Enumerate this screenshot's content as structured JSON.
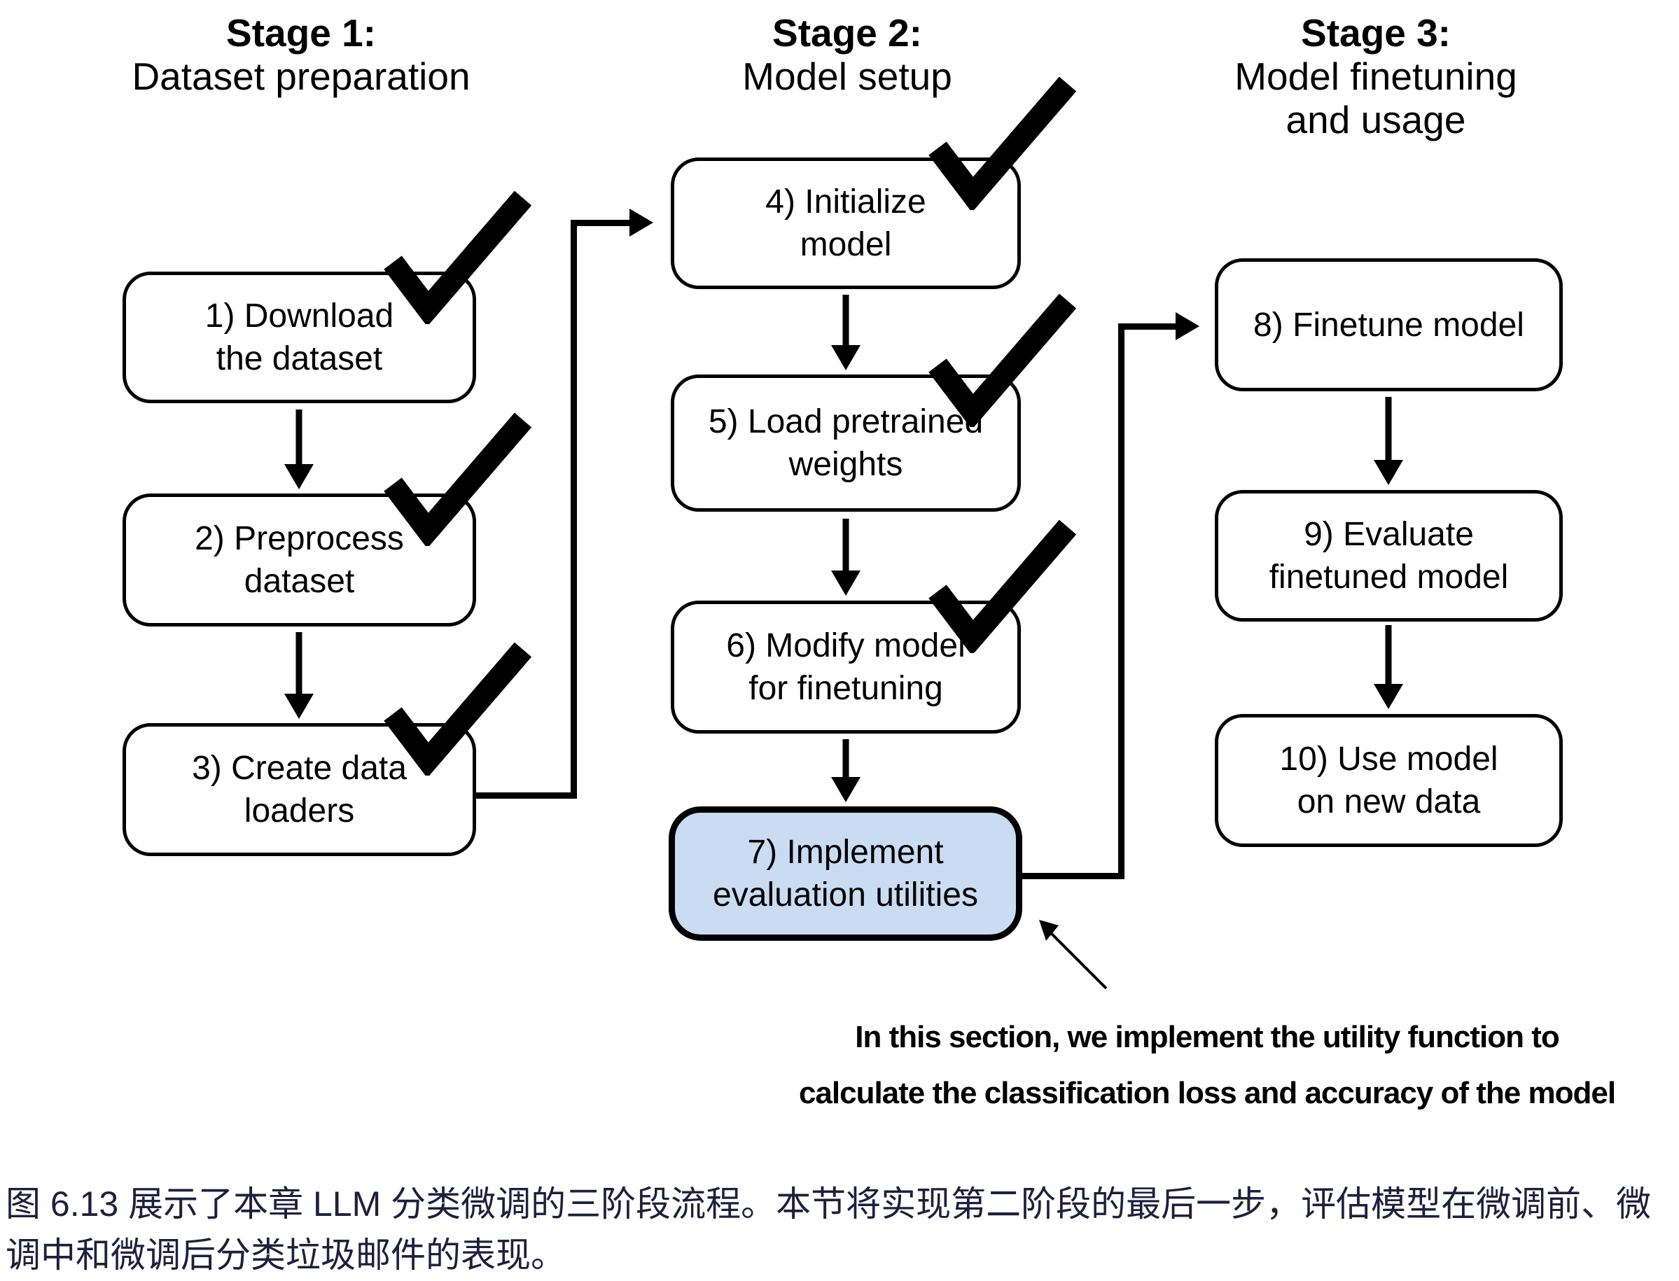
{
  "stages": [
    {
      "title": "Stage 1:",
      "subtitle": "Dataset preparation"
    },
    {
      "title": "Stage 2:",
      "subtitle": "Model setup"
    },
    {
      "title": "Stage 3:",
      "subtitle": "Model finetuning",
      "subtitle2": "and usage"
    }
  ],
  "boxes": [
    {
      "line1": "1) Download",
      "line2": "the dataset",
      "checked": true,
      "highlighted": false
    },
    {
      "line1": "2) Preprocess",
      "line2": "dataset",
      "checked": true,
      "highlighted": false
    },
    {
      "line1": "3) Create data",
      "line2": "loaders",
      "checked": true,
      "highlighted": false
    },
    {
      "line1": "4) Initialize",
      "line2": "model",
      "checked": true,
      "highlighted": false
    },
    {
      "line1": "5) Load pretrained",
      "line2": "weights",
      "checked": true,
      "highlighted": false
    },
    {
      "line1": "6) Modify model",
      "line2": "for finetuning",
      "checked": true,
      "highlighted": false
    },
    {
      "line1": "7) Implement",
      "line2": "evaluation utilities",
      "checked": false,
      "highlighted": true
    },
    {
      "line1": "8) Finetune model",
      "checked": false,
      "highlighted": false
    },
    {
      "line1": "9) Evaluate",
      "line2": "finetuned model",
      "checked": false,
      "highlighted": false
    },
    {
      "line1": "10) Use model",
      "line2": "on new data",
      "checked": false,
      "highlighted": false
    }
  ],
  "annotation": {
    "line1": "In this section, we implement the utility function to",
    "line2": "calculate the classification loss and accuracy of the model"
  },
  "caption": {
    "line1": "图 6.13 展示了本章 LLM 分类微调的三阶段流程。本节将实现第二阶段的最后一步，评估模型在微调前、微",
    "line2": "调中和微调后分类垃圾邮件的表现。"
  },
  "icons": {
    "checkmark": "✓",
    "arrow_down": "↓",
    "arrow_right": "→",
    "annotation_arrow": "↖"
  },
  "colors": {
    "highlight_fill": "#c9dcf2",
    "line": "#000000",
    "caption_text": "#1f1f3d",
    "background": "#ffffff"
  }
}
